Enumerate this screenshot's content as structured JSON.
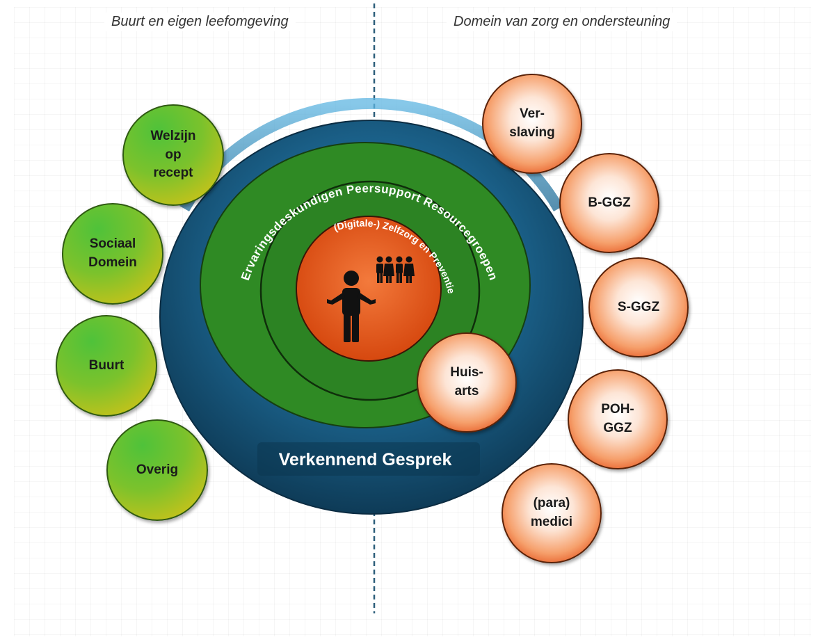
{
  "headings": {
    "left": "Buurt en eigen leefomgeving",
    "right": "Domein van zorg en ondersteuning"
  },
  "colors": {
    "divider": "#2c5e7a",
    "outer_ellipse": "#1f6a94",
    "green_rings": "#2f8a24",
    "center": "#e85a1c"
  },
  "left_circles": [
    {
      "label": "Welzijn\nop\nrecept"
    },
    {
      "label": "Sociaal\nDomein"
    },
    {
      "label": "Buurt"
    },
    {
      "label": "Overig"
    }
  ],
  "right_circles": [
    {
      "label": "Ver-\nslaving"
    },
    {
      "label": "B-GGZ"
    },
    {
      "label": "S-GGZ"
    },
    {
      "label": "POH-\nGGZ"
    },
    {
      "label": "(para)\nmedici"
    }
  ],
  "rings": {
    "outer_label": "Verkennend Gesprek",
    "middle_label": "Ervaringsdeskundigen  Peersupport  Resourcegroepen",
    "inner_label": "(Digitale-) Zelfzorg en Preventie"
  },
  "center": {
    "person_icon": "person-shrug-icon",
    "group_icon": "group-people-icon"
  },
  "huisarts": {
    "label": "Huis-\narts"
  }
}
